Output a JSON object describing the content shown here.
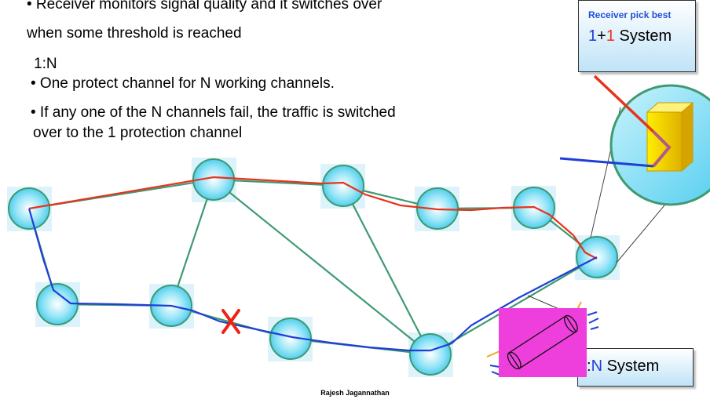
{
  "text": {
    "line1": "• Receiver monitors signal quality and it switches over",
    "line2": "when some threshold is reached",
    "section_title": "1:N",
    "bullet1": "• One protect channel for N working channels.",
    "bullet2a": "• If any one of the N channels fail, the traffic is switched",
    "bullet2b": "over to the 1 protection channel"
  },
  "box_1plus1": {
    "caption": "Receiver pick best",
    "num1": "1",
    "plus": "+",
    "num2": "1",
    "label": " System"
  },
  "box_1toN": {
    "prefix": ":",
    "n": "N",
    "label": " System"
  },
  "footer": "Rajesh Jagannathan",
  "colors": {
    "working_path": "#e8331c",
    "protection_path": "#1f3fd6",
    "link": "#3f9a72",
    "node_fill": "#5fd3ef",
    "node_stroke": "#3f9a72",
    "fail_mark": "#ee2211"
  }
}
